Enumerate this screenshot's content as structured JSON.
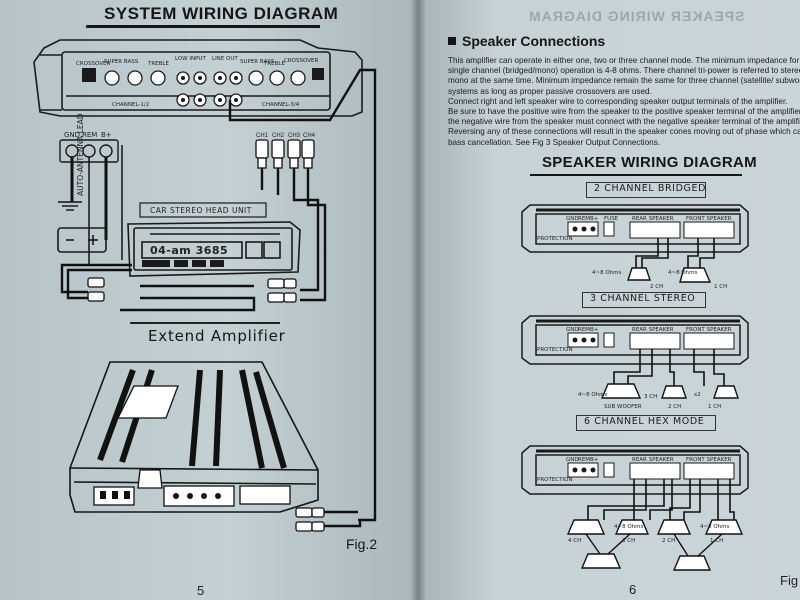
{
  "left_page": {
    "title": "SYSTEM WIRING DIAGRAM",
    "amp_labels": {
      "crossover": "CROSSOVER",
      "super_bass": "SUPER BASS",
      "treble": "TREBLE",
      "low_input": "LOW INPUT",
      "line_out": "LINE OUT",
      "super_bass_2": "SUPER BASS",
      "treble_2": "TREBLE",
      "crossover_2": "CROSSOVER",
      "ch12": "CHANNEL-1/2",
      "ch34": "CHANNEL-3/4"
    },
    "power_labels": [
      "GND",
      "REM",
      "B+"
    ],
    "ch_labels": [
      "CH1",
      "CH2",
      "CH3",
      "CH4"
    ],
    "antenna_label": "AUTO-ANTENNA LEAD",
    "head_unit_label": "CAR STEREO HEAD UNIT",
    "display_text": "04-am 3685",
    "extend_title": "Extend Amplifier",
    "fig_label": "Fig.2",
    "page_number": "5"
  },
  "right_page": {
    "ghost_title": "SPEAKER WIRING DIAGRAM",
    "section_title": "Speaker Connections",
    "paragraph": [
      "This amplifier can operate in either one, two or three channel mode. The minimum impedance for",
      "single channel (bridged/mono) operation is 4-8 ohms. There channel tri-power is referred to stereo and",
      "mono at the same time. Minimum impedance remain the same for three channel (satellite/ subwoofer)",
      "systems as long as proper passive crossovers are used.",
      "Connect right and left speaker wire to corresponding speaker output terminals of the amplifier.",
      "Be sure to have the positive wire from the speaker to the positive speaker terminal of the amplifier and",
      "the negative wire from the speaker must connect with the negative speaker terminal of the amplifier.",
      "Reversing any of these connections will result in the speaker cones moving out of phase which cause",
      "bass cancellation. See Fig 3 Speaker Output Connections."
    ],
    "diagram_title": "SPEAKER WIRING DIAGRAM",
    "modes": [
      {
        "label": "2 CHANNEL BRIDGED",
        "ohms": "4~8 Ohms",
        "ohms_2": "4~8 Ohms",
        "ch_left": "2 CH",
        "ch_right": "1 CH"
      },
      {
        "label": "3 CHANNEL STEREO",
        "ohms": "4~8 Ohms",
        "sub_label": "SUB WOOFER",
        "ch3": "3 CH",
        "ch2": "2 CH",
        "ch1": "1 CH",
        "x2": "x2"
      },
      {
        "label": "6 CHANNEL HEX MODE",
        "ohms_a": "4~8 Ohms",
        "ohms_b": "4~8 Ohms",
        "ch4": "4 CH",
        "ch3": "3 CH",
        "ch2": "2 CH",
        "ch1": "1 CH"
      }
    ],
    "amp_small_labels": [
      "GND",
      "REM",
      "B+",
      "FUSE",
      "REAR SPEAKER",
      "FRONT SPEAKER",
      "PROTECTION"
    ],
    "page_number": "6",
    "fig_label": "Fig"
  }
}
